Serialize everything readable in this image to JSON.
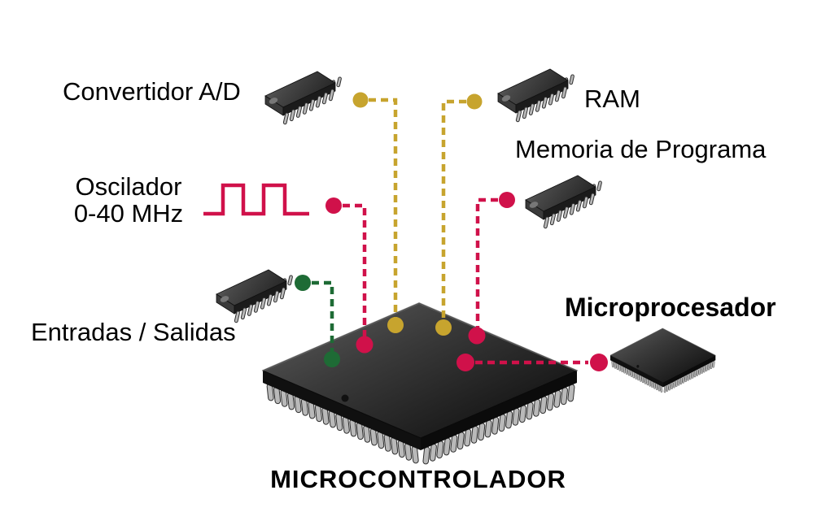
{
  "diagram": {
    "title": "MICROCONTROLADOR",
    "components": [
      {
        "id": "convertidor-ad",
        "label": "Convertidor A/D",
        "connector_color": "#c7a42e"
      },
      {
        "id": "ram",
        "label": "RAM",
        "connector_color": "#c7a42e"
      },
      {
        "id": "memoria-programa",
        "label": "Memoria de Programa",
        "connector_color": "#d0114a"
      },
      {
        "id": "oscilador",
        "label": "Oscilador",
        "sublabel": "0-40 MHz",
        "connector_color": "#d0114a"
      },
      {
        "id": "entradas-salidas",
        "label": "Entradas / Salidas",
        "connector_color": "#1e6b35"
      },
      {
        "id": "microprocesador",
        "label": "Microprocesador",
        "connector_color": "#d0114a"
      }
    ]
  }
}
